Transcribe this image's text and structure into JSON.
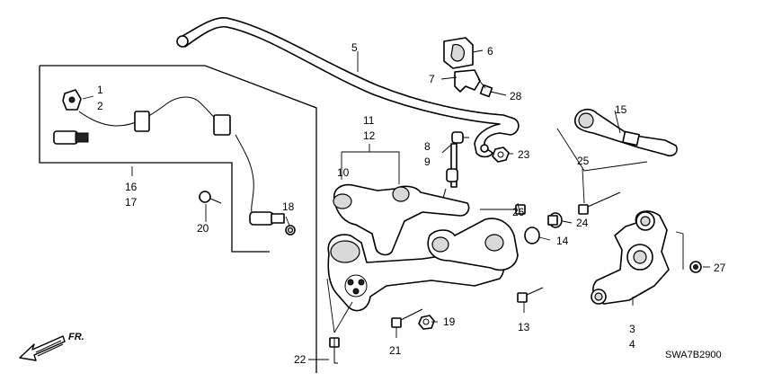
{
  "diagram": {
    "code": "SWA7B2900",
    "direction_label": "FR.",
    "callouts": {
      "c1": "1",
      "c2": "2",
      "c3": "3",
      "c4": "4",
      "c5": "5",
      "c6": "6",
      "c7": "7",
      "c8": "8",
      "c9": "9",
      "c10": "10",
      "c11": "11",
      "c12": "12",
      "c13": "13",
      "c14": "14",
      "c15": "15",
      "c16": "16",
      "c17": "17",
      "c18": "18",
      "c19": "19",
      "c20": "20",
      "c21": "21",
      "c22": "22",
      "c23": "23",
      "c24": "24",
      "c25": "25",
      "c26": "26",
      "c27": "27",
      "c28": "28"
    }
  }
}
